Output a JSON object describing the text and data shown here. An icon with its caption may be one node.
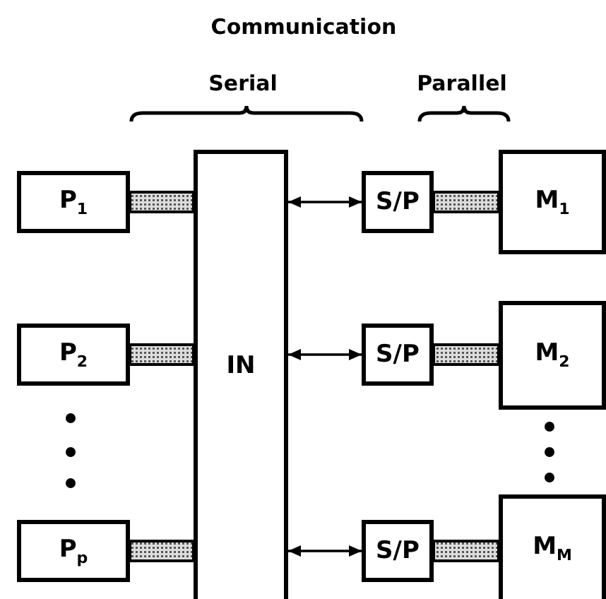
{
  "diagram": {
    "title": "Communication",
    "nodes": [
      {
        "text": [
          "P$_{1}$"
        ]
      },
      {
        "text": [
          "P$_{2}$"
        ]
      },
      {
        "text": [
          "P$_{p}$"
        ]
      },
      {
        "text": [
          "IN"
        ]
      },
      {
        "text": [
          "S/P"
        ]
      },
      {
        "text": [
          "S/P"
        ]
      },
      {
        "text": [
          "S/P"
        ]
      },
      {
        "text": [
          "M$_{1}$"
        ]
      },
      {
        "text": [
          "M$_{2}$"
        ]
      },
      {
        "text": [
          "M$_{M}$"
        ]
      }
    ],
    "edges": [
      {
        "from": 0,
        "to": 3,
        "arrow": "none",
        "style": "thick"
      },
      {
        "from": 1,
        "to": 3,
        "arrow": "none",
        "style": "thick"
      },
      {
        "from": 2,
        "to": 3,
        "arrow": "none",
        "style": "thick"
      },
      {
        "from": 3,
        "to": 4,
        "arrow": "both"
      },
      {
        "from": 3,
        "to": 5,
        "arrow": "both"
      },
      {
        "from": 3,
        "to": 6,
        "arrow": "both"
      },
      {
        "from": 4,
        "to": 7,
        "arrow": "none",
        "style": "thick"
      },
      {
        "from": 5,
        "to": 8,
        "arrow": "none",
        "style": "thick"
      },
      {
        "from": 6,
        "to": 9,
        "arrow": "none",
        "style": "thick"
      }
    ],
    "labels": [
      "Serial",
      "Parallel"
    ]
  }
}
